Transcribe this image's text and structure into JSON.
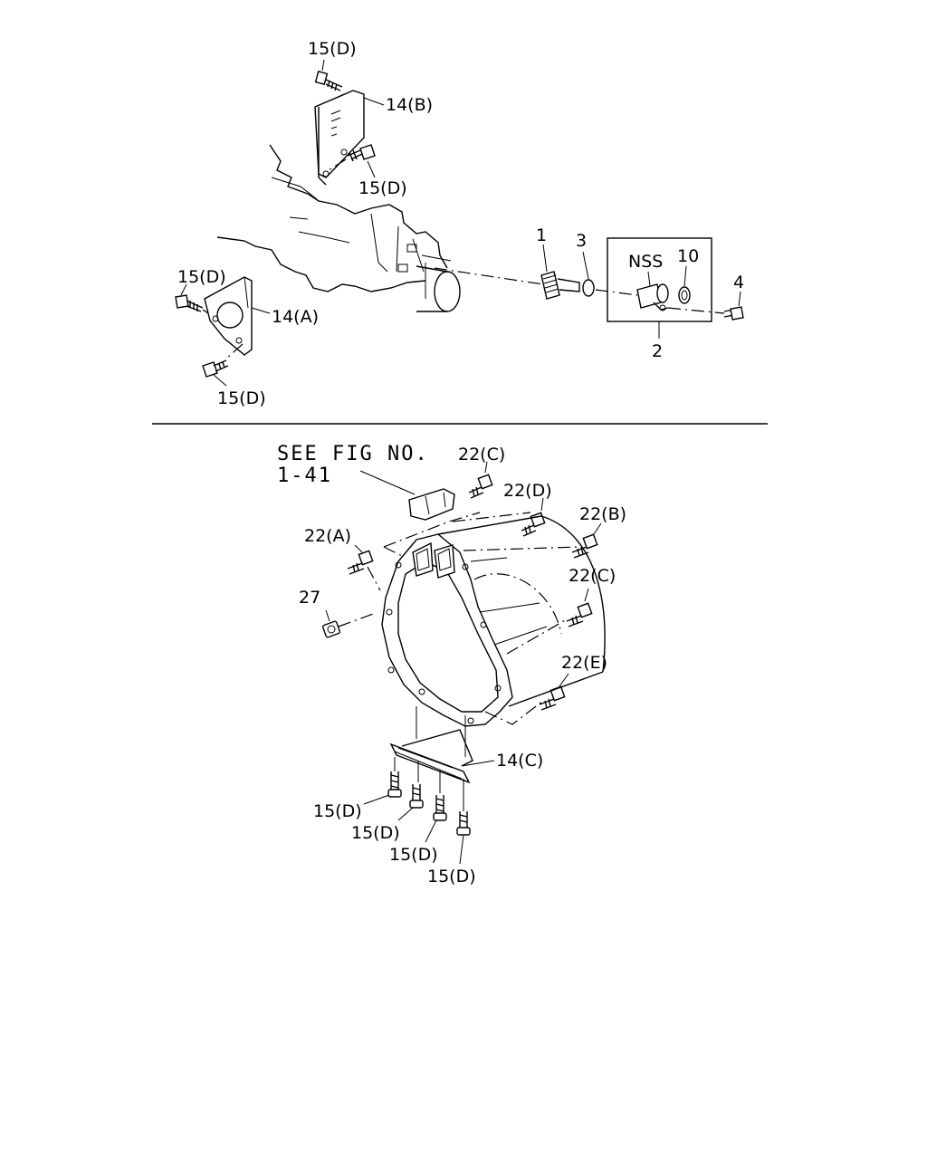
{
  "top": {
    "labels": {
      "bolt_top": "15(D)",
      "bracket_b": "14(B)",
      "bolt_b_lower": "15(D)",
      "bolt_left": "15(D)",
      "bracket_a": "14(A)",
      "bolt_a_lower": "15(D)",
      "part1": "1",
      "part3": "3",
      "nss": "NSS",
      "part10": "10",
      "part4": "4",
      "part2": "2"
    }
  },
  "bottom": {
    "see_fig_line1": "SEE FIG NO.",
    "see_fig_line2": "1-41",
    "labels": {
      "bolt_22c_top": "22(C)",
      "bolt_22d": "22(D)",
      "bolt_22b": "22(B)",
      "bolt_22a": "22(A)",
      "bolt_22c_right": "22(C)",
      "nut_27": "27",
      "bolt_22e": "22(E)",
      "bracket_c": "14(C)",
      "bolt_15d_1": "15(D)",
      "bolt_15d_2": "15(D)",
      "bolt_15d_3": "15(D)",
      "bolt_15d_4": "15(D)"
    }
  }
}
